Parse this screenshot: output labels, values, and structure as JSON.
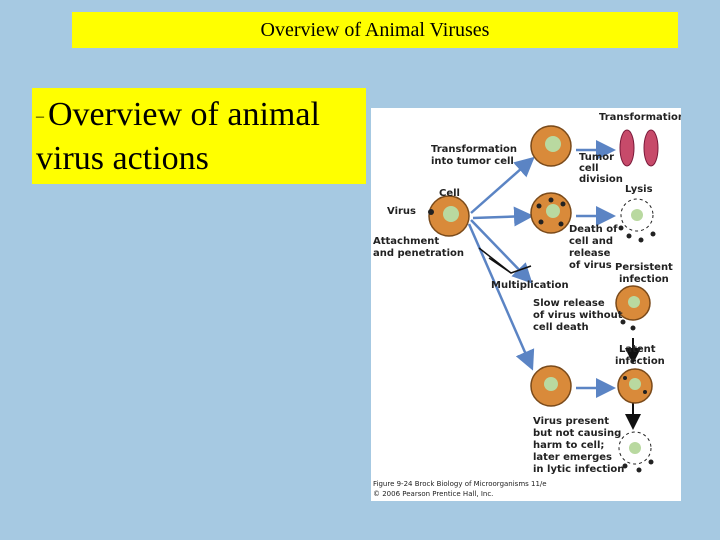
{
  "title": "Overview of Animal Viruses",
  "bullet": {
    "marker": "–",
    "line1": "Overview of animal",
    "line2": "virus actions"
  },
  "figure": {
    "labels": {
      "transformation": "Transformation",
      "transformation_into_tumor_1": "Transformation",
      "transformation_into_tumor_2": "into tumor cell",
      "tumor_1": "Tumor",
      "tumor_2": "cell",
      "tumor_3": "division",
      "cell": "Cell",
      "virus": "Virus",
      "lysis": "Lysis",
      "attachment_1": "Attachment",
      "attachment_2": "and penetration",
      "death_1": "Death of",
      "death_2": "cell and",
      "death_3": "release",
      "death_4": "of virus",
      "persistent_1": "Persistent",
      "persistent_2": "infection",
      "multiplication": "Multiplication",
      "slow_1": "Slow release",
      "slow_2": "of virus without",
      "slow_3": "cell death",
      "latent_1": "Latent",
      "latent_2": "infection",
      "present_1": "Virus present",
      "present_2": "but not causing",
      "present_3": "harm to cell;",
      "present_4": "later emerges",
      "present_5": "in lytic infection",
      "caption_1": "Figure 9-24 Brock Biology of Microorganisms 11/e",
      "caption_2": "© 2006 Pearson Prentice Hall, Inc."
    },
    "colors": {
      "cell_fill": "#d98a3a",
      "cell_stroke": "#7a4a1a",
      "nucleus": "#b9d9a0",
      "arrow": "#5b84c4",
      "tumor": "#c74a6a"
    }
  }
}
